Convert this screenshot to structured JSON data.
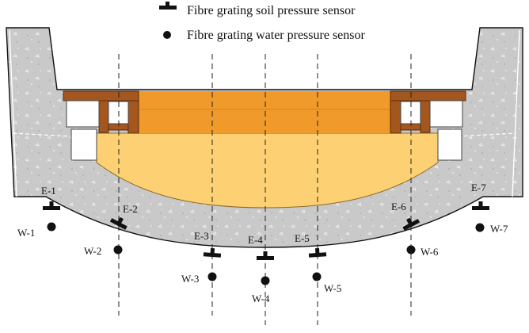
{
  "legend": {
    "soil_sensor": "Fibre grating soil pressure sensor",
    "water_sensor": "Fibre grating water pressure sensor"
  },
  "soil_sensors": [
    {
      "label": "E-1"
    },
    {
      "label": "E-2"
    },
    {
      "label": "E-3"
    },
    {
      "label": "E-4"
    },
    {
      "label": "E-5"
    },
    {
      "label": "E-6"
    },
    {
      "label": "E-7"
    }
  ],
  "water_sensors": [
    {
      "label": "W-1"
    },
    {
      "label": "W-2"
    },
    {
      "label": "W-3"
    },
    {
      "label": "W-4"
    },
    {
      "label": "W-5"
    },
    {
      "label": "W-6"
    },
    {
      "label": "W-7"
    }
  ],
  "colors": {
    "concrete": "#c8c8c8",
    "fill_light": "#fdd173",
    "fill_dark": "#f19a2c",
    "brown_frame": "#a3561e",
    "sensor": "#111111"
  }
}
